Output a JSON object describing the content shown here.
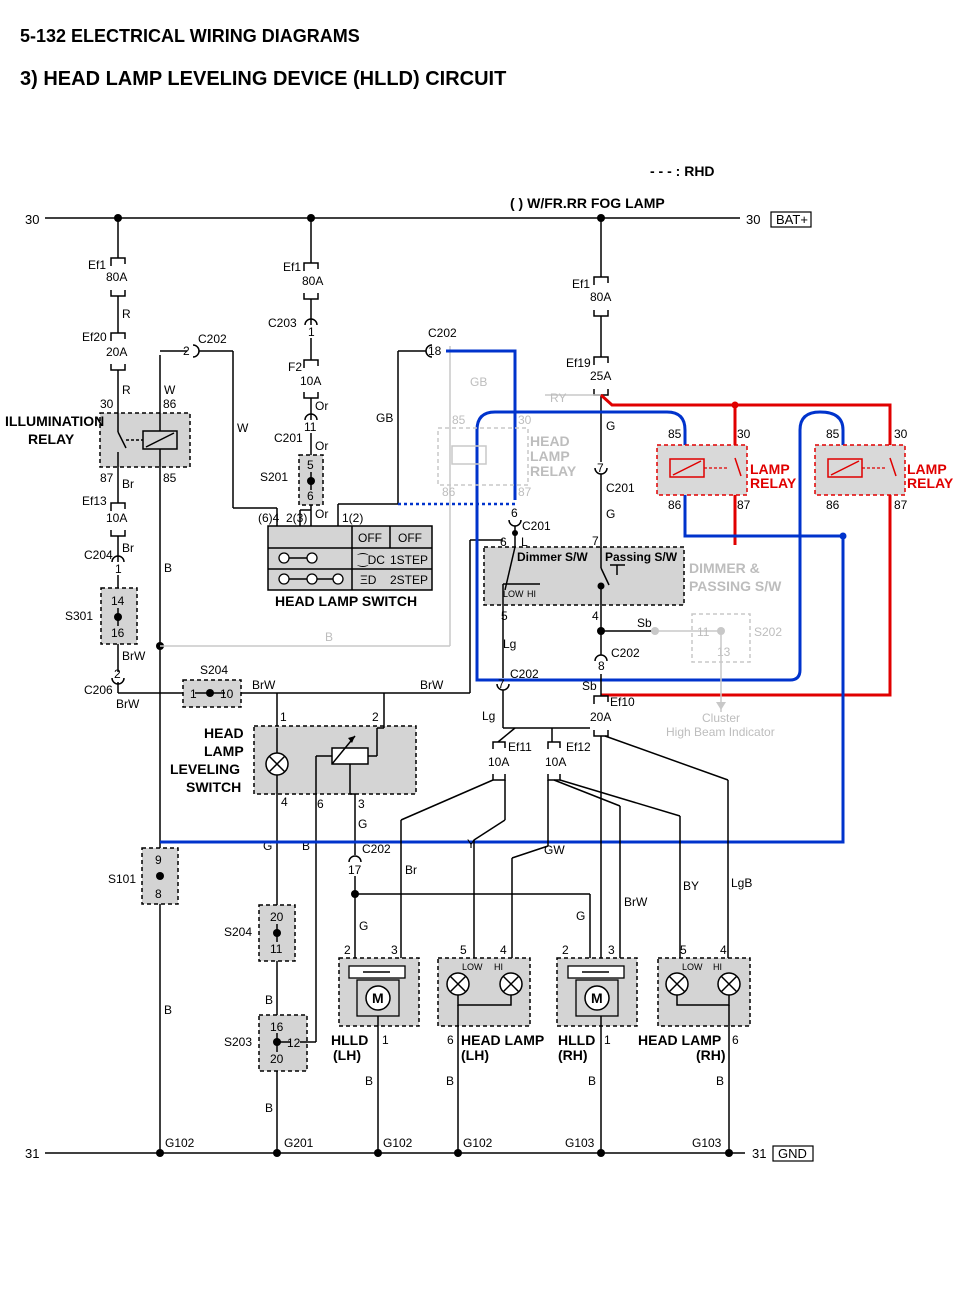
{
  "page_header": "5-132  ELECTRICAL WIRING DIAGRAMS",
  "section_title": "3)  HEAD LAMP LEVELING DEVICE (HLLD) CIRCUIT",
  "legend": {
    "dash": "- - - : RHD",
    "paren": "(   ) W/FR.RR FOG LAMP"
  },
  "rails": {
    "top_left": "30",
    "top_right": "30",
    "bat": "BAT+",
    "bottom_left": "31",
    "bottom_right": "31",
    "gnd": "GND"
  },
  "components": {
    "illumination_relay": [
      "ILLUMINATION",
      "RELAY"
    ],
    "head_lamp_switch": "HEAD LAMP SWITCH",
    "head_lamp_relay": [
      "HEAD",
      "LAMP",
      "RELAY"
    ],
    "lamp_relay": [
      "LAMP",
      "RELAY"
    ],
    "dimmer_switch": "Dimmer S/W",
    "passing_switch": "Passing S/W",
    "dimmer_passing": [
      "DIMMER &",
      "PASSING S/W"
    ],
    "leveling_switch": [
      "HEAD",
      "LAMP",
      "LEVELING",
      "SWITCH"
    ],
    "hlld_lh": [
      "HLLD",
      "(LH)"
    ],
    "hlld_rh": [
      "HLLD",
      "(RH)"
    ],
    "head_lamp_lh": [
      "HEAD LAMP",
      "(LH)"
    ],
    "head_lamp_rh": [
      "HEAD LAMP",
      "(RH)"
    ],
    "cluster": [
      "Cluster",
      "High Beam Indicator"
    ]
  },
  "switch_table": {
    "headers": [
      "OFF",
      "OFF"
    ],
    "rows": [
      "1STEP",
      "2STEP"
    ]
  },
  "motor": "M",
  "labels": {
    "ef1": "Ef1",
    "80a": "80A",
    "ef20": "Ef20",
    "20a": "20A",
    "ef13": "Ef13",
    "10a": "10A",
    "ef19": "Ef19",
    "25a": "25A",
    "ef10": "Ef10",
    "ef11": "Ef11",
    "ef12": "Ef12",
    "f2": "F2",
    "c202": "C202",
    "c203": "C203",
    "c201": "C201",
    "c204": "C204",
    "c206": "C206",
    "s201": "S201",
    "s301": "S301",
    "s204": "S204",
    "s101": "S101",
    "s203": "S203",
    "s202": "S202",
    "g102": "G102",
    "g201": "G201",
    "g103": "G103",
    "low": "LOW",
    "hi": "HI",
    "r": "R",
    "w": "W",
    "b": "B",
    "br": "Br",
    "brw": "BrW",
    "or": "Or",
    "gb": "GB",
    "g": "G",
    "lg": "Lg",
    "y": "Y",
    "gw": "GW",
    "by": "BY",
    "lgb": "LgB",
    "sb": "Sb",
    "ry": "RY",
    "l": "L",
    "p30": "30",
    "p86": "86",
    "p87": "87",
    "p85": "85",
    "n1": "1",
    "n2": "2",
    "n3": "3",
    "n4": "4",
    "n5": "5",
    "n6": "6",
    "n7": "7",
    "n8": "8",
    "n9": "9",
    "n10": "10",
    "n11": "11",
    "n12": "12",
    "n13": "13",
    "n14": "14",
    "n16": "16",
    "n17": "17",
    "n18": "18",
    "n20": "20",
    "p64": "(6)4",
    "p23": "2(3)",
    "p12": "1(2)"
  },
  "colors": {
    "blue": "#0033cc",
    "red": "#e00000",
    "gray_fill": "#d4d4d4"
  }
}
